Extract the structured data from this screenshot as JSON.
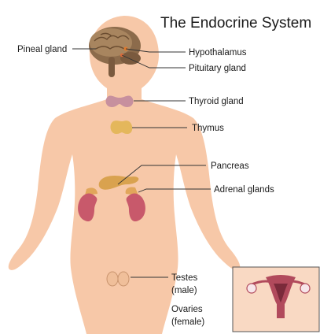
{
  "title": "The Endocrine System",
  "labels": {
    "pineal": "Pineal gland",
    "hypothalamus": "Hypothalamus",
    "pituitary": "Pituitary gland",
    "thyroid": "Thyroid gland",
    "thymus": "Thymus",
    "pancreas": "Pancreas",
    "adrenal": "Adrenal glands",
    "testes_1": "Testes",
    "testes_2": "(male)",
    "ovaries_1": "Ovaries",
    "ovaries_2": "(female)"
  },
  "colors": {
    "skin": "#f7c8a8",
    "brain": "#8c6b4b",
    "thyroid": "#c7909e",
    "thymus": "#e4b75c",
    "kidney": "#c8596b",
    "pancreas": "#d9a24f",
    "uterus": "#b14a5c"
  }
}
